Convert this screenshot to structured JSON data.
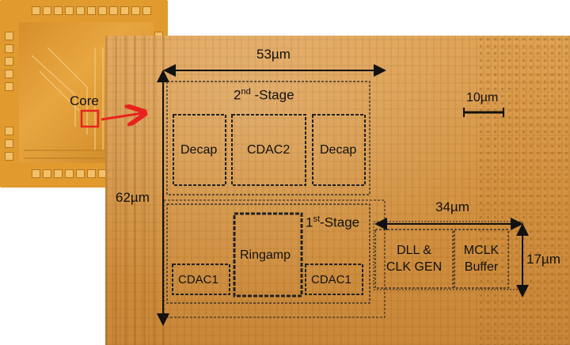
{
  "thumbnail": {
    "core_label": "Core"
  },
  "labels": {
    "width_53": "53µm",
    "height_62": "62µm",
    "stage2": "-Stage",
    "stage2_num": "2",
    "stage2_sup": "nd",
    "stage1": "-Stage",
    "stage1_num": "1",
    "stage1_sup": "st",
    "scale_bar": "10µm",
    "width_34": "34µm",
    "height_17": "17µm"
  },
  "blocks": {
    "decap_left": "Decap",
    "cdac2": "CDAC2",
    "decap_right": "Decap",
    "ringamp": "Ringamp",
    "cdac1_left": "CDAC1",
    "cdac1_right": "CDAC1",
    "dll_line1": "DLL &",
    "dll_line2": "CLK GEN",
    "mclk_line1": "MCLK",
    "mclk_line2": "Buffer"
  },
  "colors": {
    "callout": "#e8231e",
    "die": "#e09a2e",
    "micrograph": "#d39445"
  }
}
